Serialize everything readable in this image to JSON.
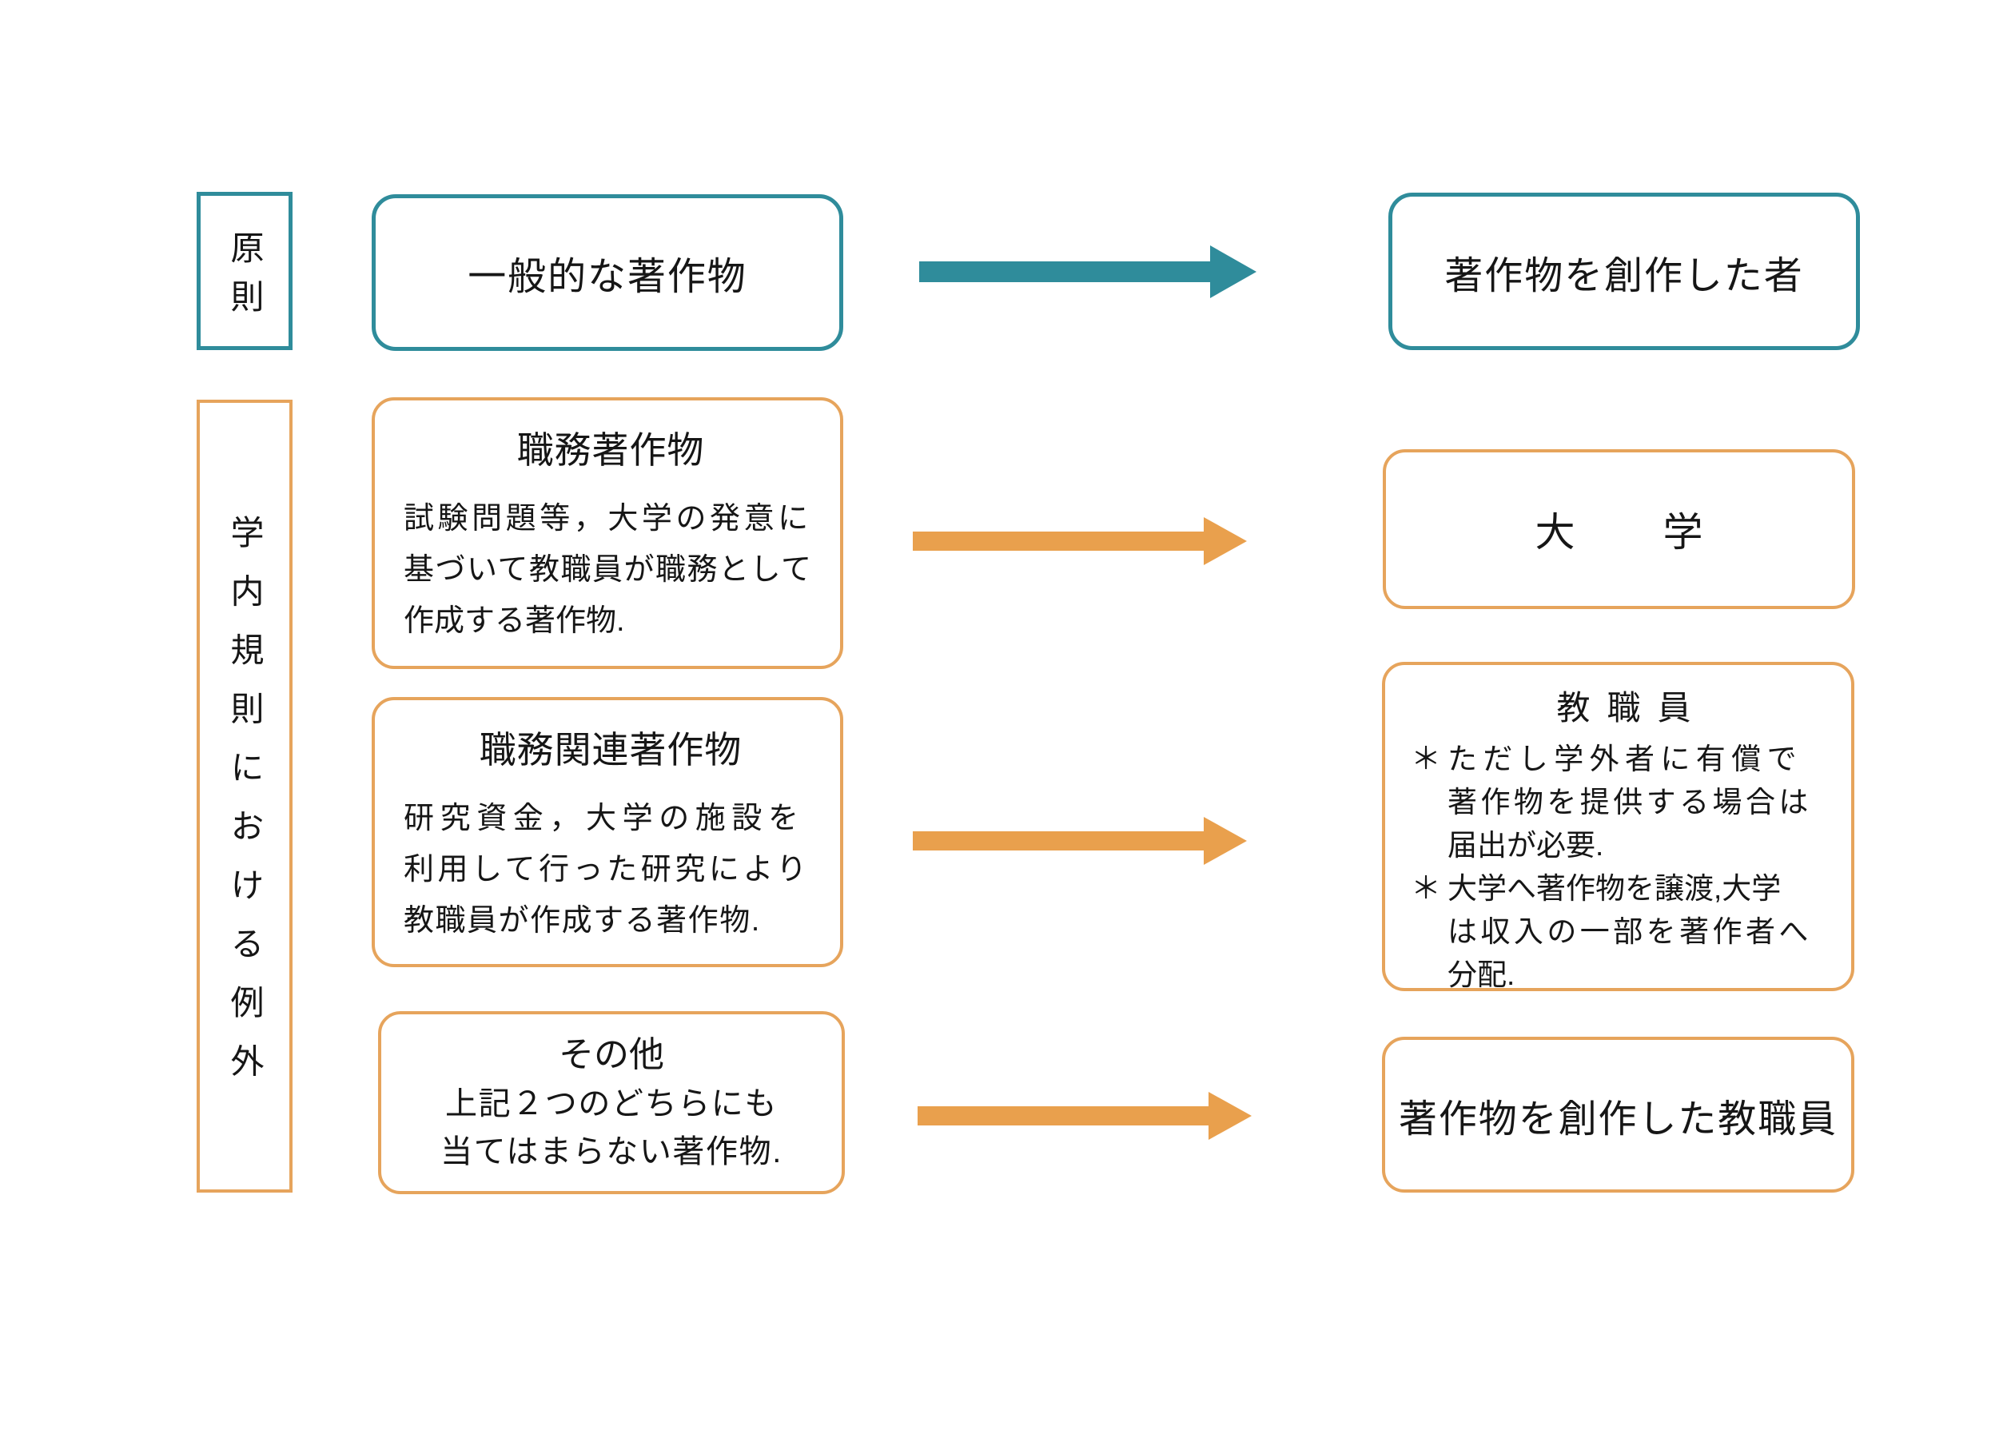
{
  "colors": {
    "teal": "#2f8c9b",
    "orange": "#e6a45c",
    "arrow_orange": "#e9a04d",
    "text": "#161616"
  },
  "principle": {
    "label": "原則",
    "source": "一般的な著作物",
    "result": "著作物を創作した者"
  },
  "exceptions": {
    "label": "学内規則における例外",
    "work_for_hire": {
      "title": "職務著作物",
      "lines": [
        "試験問題等，大学の発意に",
        "基づいて教職員が職務として",
        "作成する著作物."
      ]
    },
    "work_related": {
      "title": "職務関連著作物",
      "lines": [
        "研究資金，大学の施設を",
        "利用して行った研究により",
        "教職員が作成する著作物."
      ]
    },
    "other": {
      "title": "その他",
      "lines": [
        "上記２つのどちらにも",
        "当てはまらない著作物."
      ]
    },
    "university": {
      "label": "大学"
    },
    "staff": {
      "title": "教職員",
      "notes": [
        {
          "marker": "＊",
          "lines": [
            "ただし学外者に有償で",
            "著作物を提供する場合は",
            "届出が必要."
          ]
        },
        {
          "marker": "＊",
          "lines": [
            "大学へ著作物を譲渡,大学",
            "は収入の一部を著作者へ",
            "分配."
          ]
        }
      ]
    },
    "creator_staff": {
      "label": "著作物を創作した教職員"
    }
  }
}
